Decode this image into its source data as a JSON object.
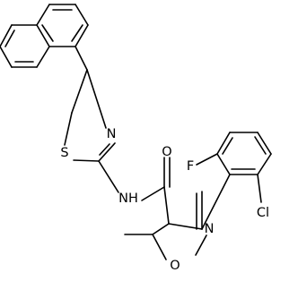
{
  "molecule": {
    "atom_labels": {
      "sulfur": "S",
      "thiazole_nitrogen": "N",
      "amide_nh": "NH",
      "carbonyl_oxygen": "O",
      "fluorine": "F",
      "chlorine": "Cl",
      "isoxazole_nitrogen": "N",
      "isoxazole_oxygen": "O"
    }
  }
}
